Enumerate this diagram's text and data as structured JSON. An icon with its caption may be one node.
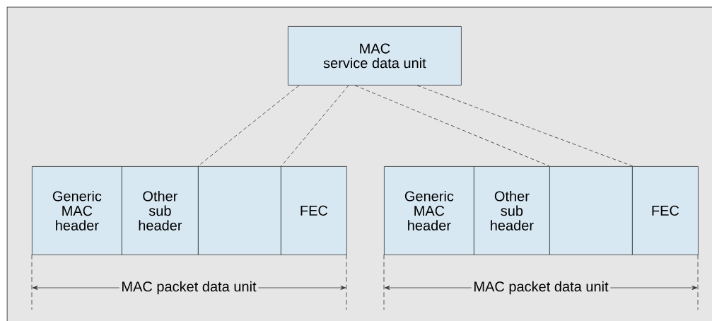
{
  "diagram": {
    "nodes": [
      {
        "text": [
          "MAC service data unit"
        ]
      },
      {
        "text": [
          "Generic MAC header"
        ]
      },
      {
        "text": [
          "Other sub header"
        ]
      },
      {
        "text": [],
        "shape": "box"
      },
      {
        "text": [
          "FEC"
        ]
      },
      {
        "text": [
          "Generic MAC header"
        ]
      },
      {
        "text": [
          "Other sub header"
        ]
      },
      {
        "text": [],
        "shape": "box"
      },
      {
        "text": [
          "FEC"
        ]
      }
    ],
    "edges": [
      {
        "from": 0,
        "to": 3,
        "arrow": "none",
        "style": "dashed"
      },
      {
        "from": 0,
        "to": 3,
        "arrow": "none",
        "style": "dashed"
      },
      {
        "from": 0,
        "to": 7,
        "arrow": "none",
        "style": "dashed"
      },
      {
        "from": 0,
        "to": 7,
        "arrow": "none",
        "style": "dashed"
      }
    ],
    "labels": [
      "MAC packet data unit",
      "MAC packet data unit"
    ]
  }
}
